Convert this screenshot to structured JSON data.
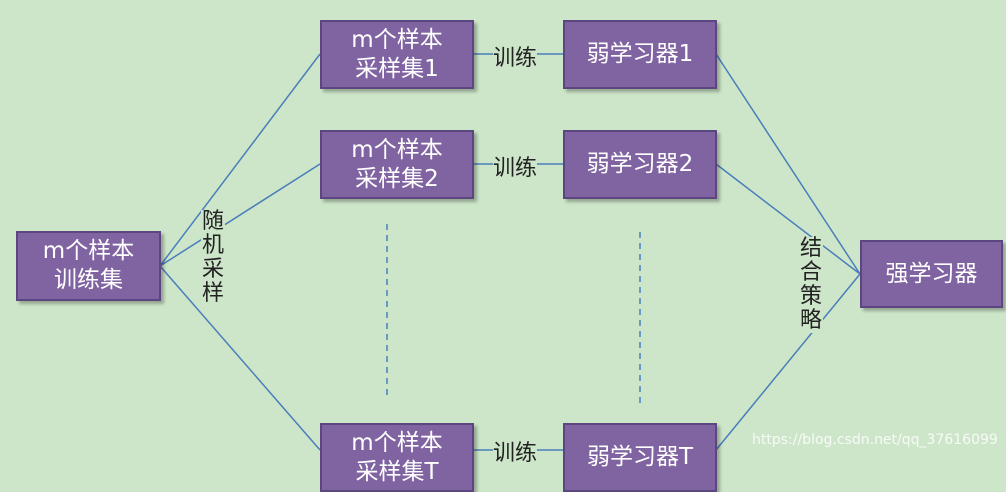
{
  "nodes": {
    "train_set": {
      "line1": "m个样本",
      "line2": "训练集"
    },
    "sample1": {
      "line1": "m个样本",
      "line2": "采样集1"
    },
    "sample2": {
      "line1": "m个样本",
      "line2": "采样集2"
    },
    "sampleT": {
      "line1": "m个样本",
      "line2": "采样集T"
    },
    "weak1": "弱学习器1",
    "weak2": "弱学习器2",
    "weakT": "弱学习器T",
    "strong": "强学习器"
  },
  "edge_labels": {
    "train1": "训练",
    "train2": "训练",
    "trainT": "训练",
    "random_sampling": "随机采样",
    "combine_strategy": "结合策略"
  },
  "watermark": "https://blog.csdn.net/qq_37616099",
  "colors": {
    "background": "#cde6c9",
    "node_fill": "#8064a2",
    "node_border": "#5c4680",
    "line": "#4a7ebb"
  }
}
